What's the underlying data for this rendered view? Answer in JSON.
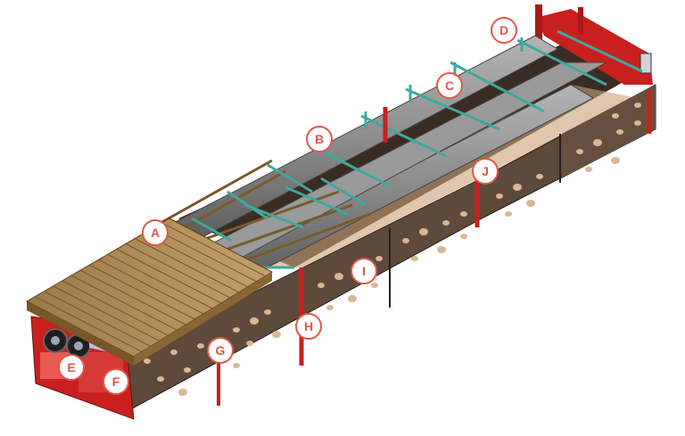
{
  "callouts": {
    "a": "A",
    "b": "B",
    "c": "C",
    "d": "D",
    "e": "E",
    "f": "F",
    "g": "G",
    "h": "H",
    "i": "I",
    "j": "J"
  },
  "colors": {
    "frame_red": "#c8201e",
    "panel_brown": "#5e4a3a",
    "hole_tan": "#d8b892",
    "deck_wood": "#b8955e",
    "roller_grey": "#8c8c8c",
    "guide_teal": "#3ea89e",
    "callout_red": "#e0574b"
  },
  "icons": [
    "fan-icon"
  ]
}
